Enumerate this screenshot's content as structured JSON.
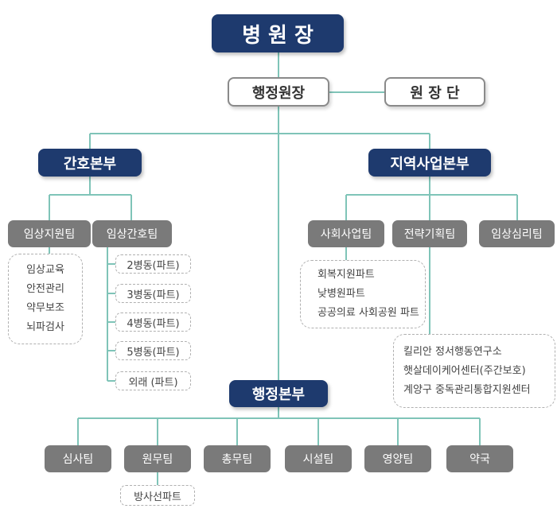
{
  "top": {
    "hospital_director": "병 원 장"
  },
  "second": {
    "admin_director": "행정원장",
    "director_group": "원 장 단"
  },
  "divisions": {
    "nursing": "간호본부",
    "community": "지역사업본부",
    "administration": "행정본부"
  },
  "nursing_teams": {
    "clinical_support": {
      "label": "임상지원팀",
      "items": [
        "임상교육",
        "안전관리",
        "약무보조",
        "뇌파검사"
      ]
    },
    "clinical_nursing": {
      "label": "임상간호팀",
      "wards": [
        "2병동(파트)",
        "3병동(파트)",
        "4병동(파트)",
        "5병동(파트)",
        "외래 (파트)"
      ]
    }
  },
  "community_teams": {
    "social_work": {
      "label": "사회사업팀",
      "parts": [
        "회복지원파트",
        "낮병원파트",
        "공공의료 사회공원 파트"
      ]
    },
    "strategic_planning": {
      "label": "전략기획팀",
      "centers": [
        "킬리안 정서행동연구소",
        "햇살데이케어센터(주간보호)",
        "계양구 중독관리통합지원센터"
      ]
    },
    "clinical_psychology": {
      "label": "임상심리팀"
    }
  },
  "admin_teams": {
    "labels": [
      "심사팀",
      "원무팀",
      "총무팀",
      "시설팀",
      "영양팀",
      "약국"
    ],
    "radiology_part": "방사선파트"
  },
  "colors": {
    "navy": "#1e3a6e",
    "connector": "#7fc4b8",
    "grey_box": "#7a7a7a",
    "outline_border": "#8a8a8a",
    "dashed_border": "#b0b0b0"
  }
}
